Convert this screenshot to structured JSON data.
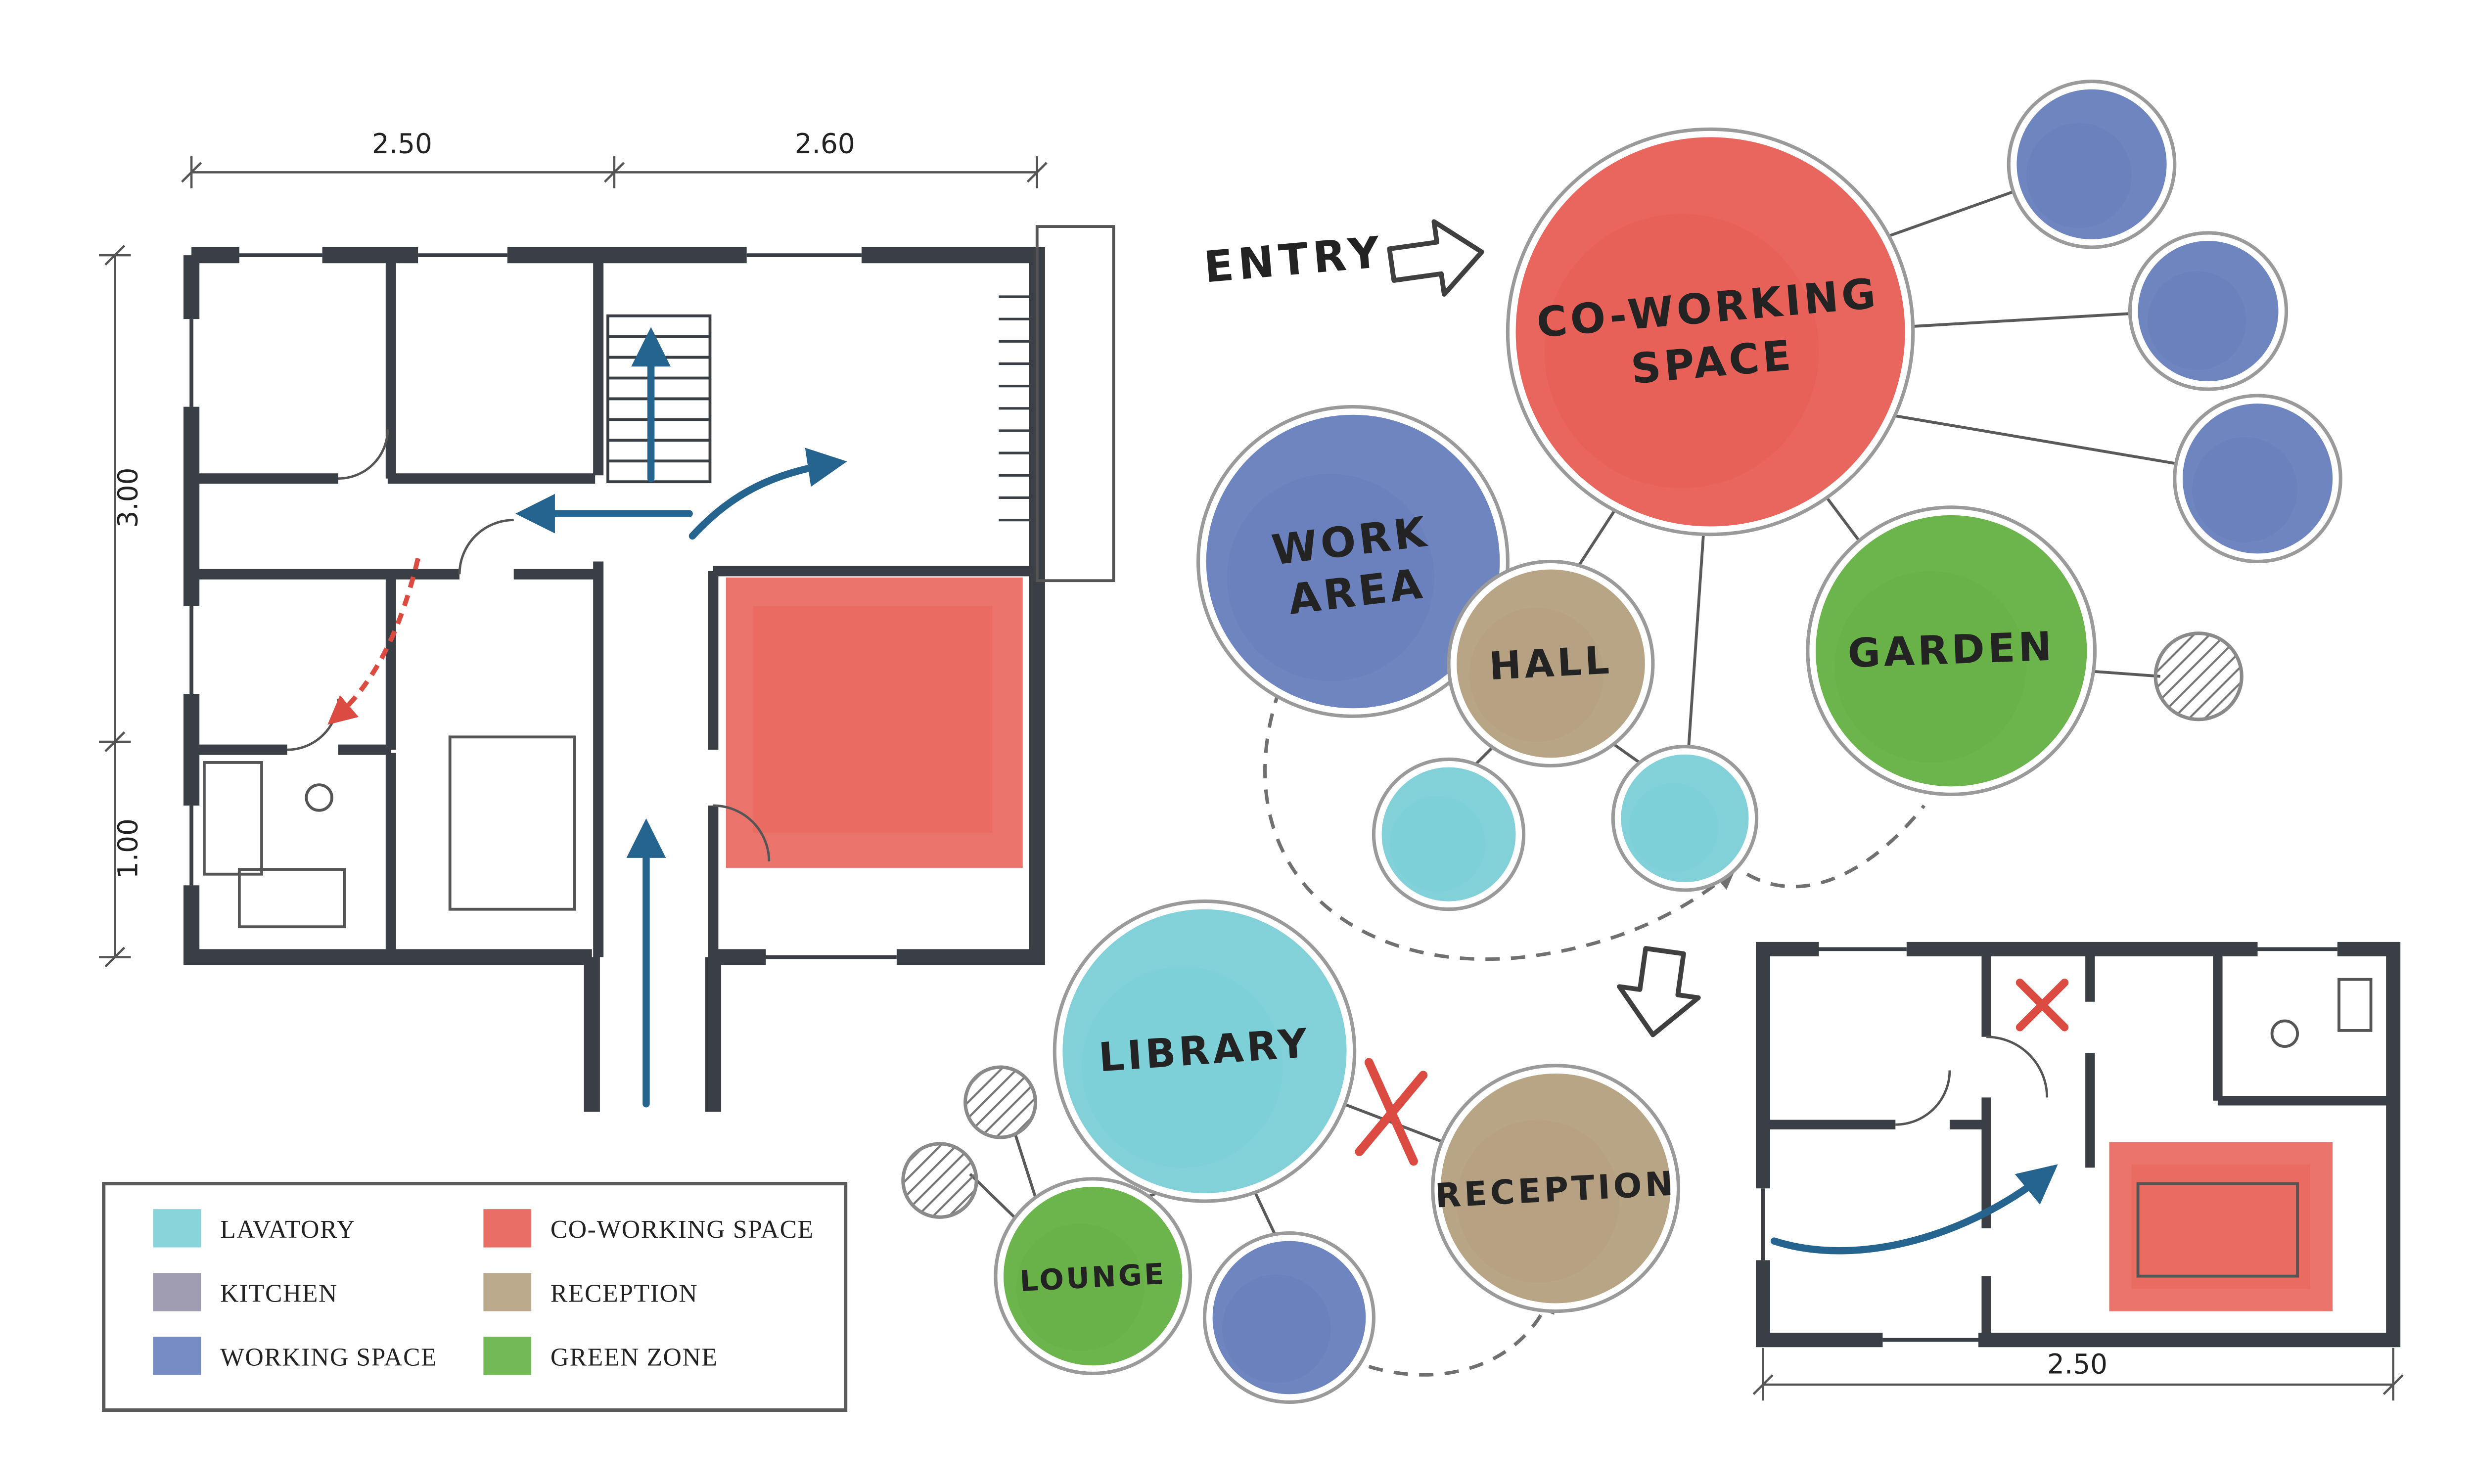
{
  "colors": {
    "red": "#e5554b",
    "blue": "#5f78b8",
    "tan": "#b09b79",
    "green": "#5cad3a",
    "teal": "#74ccd5",
    "kitchen": "#8f8ca6",
    "wall": "#3a3f45",
    "arrow_blue": "#25648f",
    "arrow_red": "#dc4b41",
    "connector": "#5a5a5a",
    "dashed": "#707070"
  },
  "entry": {
    "label": "ENTRY"
  },
  "bubbles": {
    "coworking": {
      "line1": "CO-WORKING",
      "line2": "SPACE"
    },
    "work_area": {
      "line1": "WORK",
      "line2": "AREA"
    },
    "hall": {
      "label": "HALL"
    },
    "garden": {
      "label": "GARDEN"
    },
    "library": {
      "label": "LIBRARY"
    },
    "lounge": {
      "label": "LOUNGE"
    },
    "reception": {
      "label": "RECEPTION"
    }
  },
  "dimensions": {
    "plan_top_left": "2.50",
    "plan_top_right": "2.60",
    "plan_left_upper": "3.00",
    "plan_left_lower": "1.00",
    "plan_small_bottom": "2.50"
  },
  "legend": {
    "items": [
      {
        "label": "LAVATORY",
        "color": "#74ccd5"
      },
      {
        "label": "KITCHEN",
        "color": "#8f8ca6"
      },
      {
        "label": "WORKING SPACE",
        "color": "#5f78b8"
      },
      {
        "label": "CO-WORKING SPACE",
        "color": "#e5554b"
      },
      {
        "label": "RECEPTION",
        "color": "#b09b79"
      },
      {
        "label": "GREEN ZONE",
        "color": "#5cad3a"
      }
    ]
  }
}
